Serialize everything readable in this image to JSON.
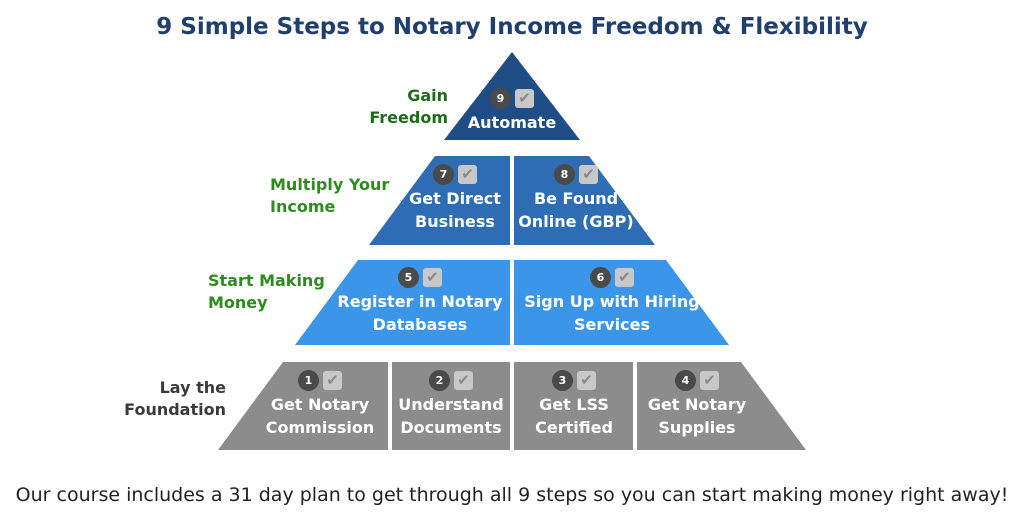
{
  "title": "9 Simple Steps to Notary Income Freedom & Flexibility",
  "colors": {
    "tier1": "#1f4e86",
    "tier2": "#2e6db4",
    "tier3": "#3b95e8",
    "tier4": "#8c8c8c",
    "labels": "#2e8b1f"
  },
  "tiers": [
    {
      "label": "Gain Freedom",
      "steps": [
        {
          "number": "9",
          "text": "Automate"
        }
      ]
    },
    {
      "label": "Multiply Your Income",
      "steps": [
        {
          "number": "7",
          "text": "Get Direct Business"
        },
        {
          "number": "8",
          "text": "Be Found Online (GBP)"
        }
      ]
    },
    {
      "label": "Start Making Money",
      "steps": [
        {
          "number": "5",
          "text": "Register in Notary Databases"
        },
        {
          "number": "6",
          "text": "Sign Up with Hiring Services"
        }
      ]
    },
    {
      "label": "Lay the Foundation",
      "steps": [
        {
          "number": "1",
          "text": "Get Notary Commission"
        },
        {
          "number": "2",
          "text": "Understand Documents"
        },
        {
          "number": "3",
          "text": "Get LSS Certified"
        },
        {
          "number": "4",
          "text": "Get Notary Supplies"
        }
      ]
    }
  ],
  "footer": "Our course includes a 31 day plan to get through all 9 steps so you can start making money right away!"
}
